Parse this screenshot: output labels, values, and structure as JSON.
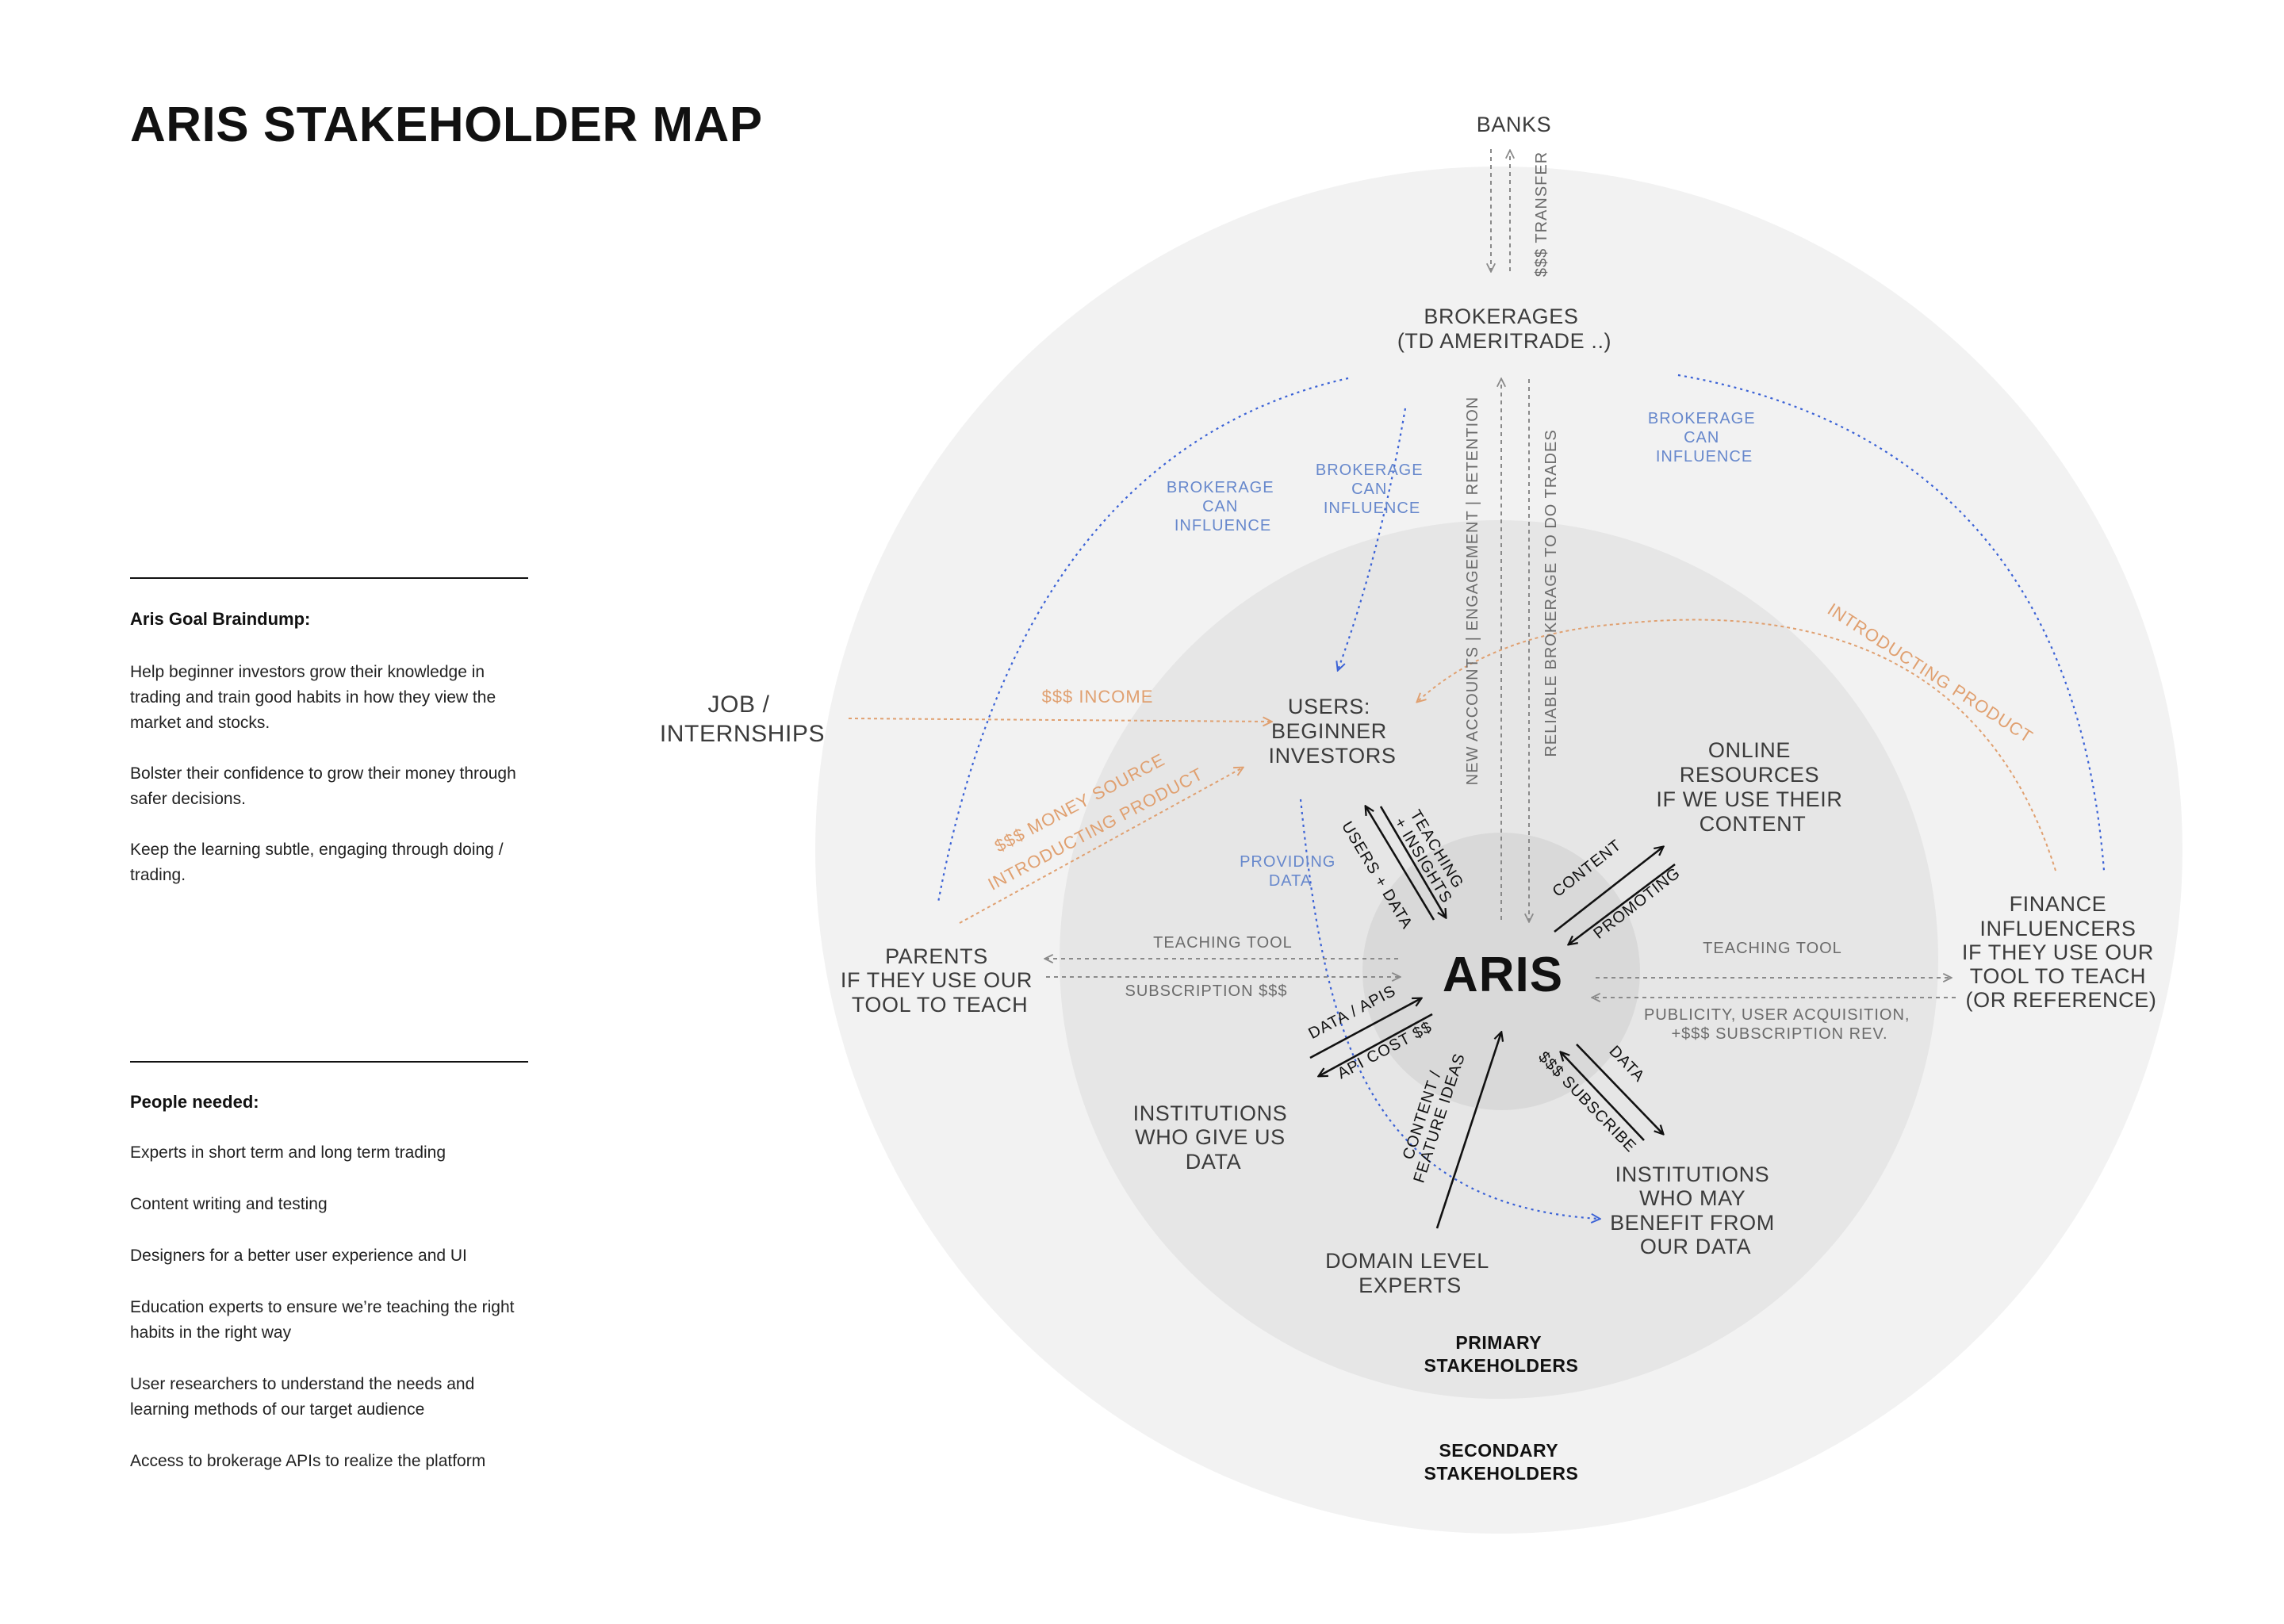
{
  "title": "ARIS STAKEHOLDER MAP",
  "goal": {
    "heading": "Aris Goal Braindump:",
    "paragraphs": [
      "Help beginner investors grow their knowledge in trading and train good habits in how they view the market and stocks.",
      "Bolster their confidence to grow their money through safer decisions.",
      "Keep the learning subtle, engaging through doing / trading."
    ]
  },
  "people": {
    "heading": "People needed:",
    "items": [
      "Experts in short term and long term trading",
      "Content writing and testing",
      "Designers for a better user experience and UI",
      "Education experts to ensure we’re teaching the right habits in the right way",
      "User researchers to understand the needs and learning methods of our target audience",
      "Access to brokerage APIs to realize the platform"
    ]
  },
  "map": {
    "center": "ARIS",
    "rings": {
      "primary": [
        "PRIMARY",
        "STAKEHOLDERS"
      ],
      "secondary": [
        "SECONDARY",
        "STAKEHOLDERS"
      ]
    },
    "nodes": {
      "banks": [
        "BANKS"
      ],
      "brokerages": [
        "BROKERAGES",
        "(TD AMERITRADE ..)"
      ],
      "job": [
        "JOB /",
        "INTERNSHIPS"
      ],
      "users": [
        "USERS:",
        "BEGINNER",
        "INVESTORS"
      ],
      "online": [
        "ONLINE",
        "RESOURCES",
        "IF WE USE THEIR",
        "CONTENT"
      ],
      "finance": [
        "FINANCE",
        "INFLUENCERS",
        "IF THEY USE OUR",
        "TOOL TO TEACH",
        "(OR REFERENCE)"
      ],
      "parents": [
        "PARENTS",
        "IF THEY USE OUR",
        "TOOL TO TEACH"
      ],
      "inst_data": [
        "INSTITUTIONS",
        "WHO GIVE US",
        "DATA"
      ],
      "inst_benefit": [
        "INSTITUTIONS",
        "WHO MAY",
        "BENEFIT FROM",
        "OUR DATA"
      ],
      "domain": [
        "DOMAIN LEVEL",
        "EXPERTS"
      ]
    },
    "edges": {
      "transfer": [
        "$$$ TRANSFER"
      ],
      "new_accounts": [
        "NEW ACCOUNTS | ENGAGEMENT | RETENTION"
      ],
      "reliable": [
        "RELIABLE BROKERAGE TO DO TRADES"
      ],
      "brokerage_influence_left": [
        "BROKERAGE",
        "CAN",
        "INFLUENCE"
      ],
      "brokerage_influence_mid": [
        "BROKERAGE",
        "CAN",
        "INFLUENCE"
      ],
      "brokerage_influence_right": [
        "BROKERAGE",
        "CAN",
        "INFLUENCE"
      ],
      "introducting_product_right": [
        "INTRODUCTING PRODUCT"
      ],
      "income": [
        "$$$ INCOME"
      ],
      "money_source": [
        "$$$ MONEY SOURCE"
      ],
      "introducting_product_left": [
        "INTRODUCTING PRODUCT"
      ],
      "providing_data": [
        "PROVIDING",
        "DATA"
      ],
      "teaching_insights": [
        "TEACHING",
        "+ INSIGHTS"
      ],
      "users_data": [
        "USERS + DATA"
      ],
      "content": [
        "CONTENT"
      ],
      "promoting": [
        "PROMOTING"
      ],
      "teaching_tool_left": [
        "TEACHING TOOL"
      ],
      "subscription": [
        "SUBSCRIPTION $$$"
      ],
      "teaching_tool_right": [
        "TEACHING TOOL"
      ],
      "publicity": [
        "PUBLICITY, USER ACQUISITION,",
        "+$$$ SUBSCRIPTION REV."
      ],
      "data_apis": [
        "DATA / APIS"
      ],
      "api_cost": [
        "API COST $$"
      ],
      "content_feature": [
        "CONTENT /",
        "FEATURE IDEAS"
      ],
      "data_right": [
        "DATA"
      ],
      "subscribe": [
        "$$$ SUBSCRIBE"
      ]
    },
    "colors": {
      "outer_ring": "#f2f2f2",
      "inner_ring": "#e6e6e6",
      "center_disc": "#d9d9d9",
      "blue": "#3b62d6",
      "orange": "#e0a070",
      "gray": "#8a8a8a"
    }
  }
}
